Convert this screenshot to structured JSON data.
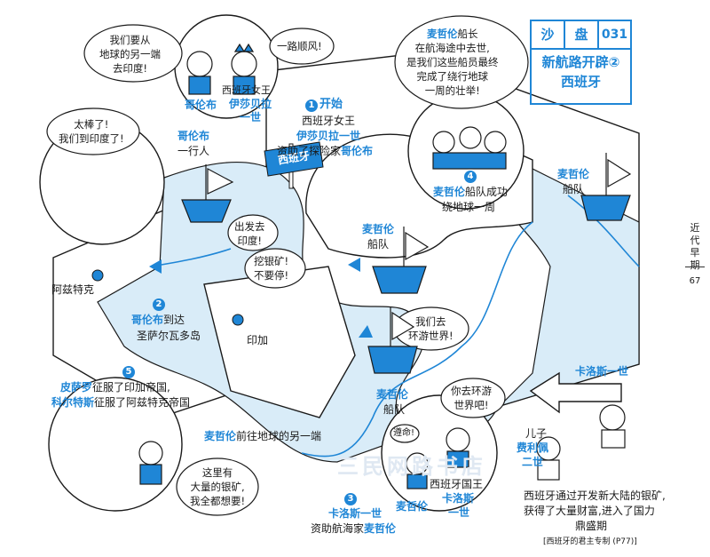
{
  "header": {
    "cell1": "沙",
    "cell2": "盘",
    "cell3": "031",
    "title_line1": "新航路开辟②",
    "title_line2": "西班牙"
  },
  "side_tab": {
    "chapter_lines": [
      "近",
      "代",
      "早",
      "期"
    ],
    "page": "67"
  },
  "map_labels": {
    "spain_sign": "西班牙",
    "inca": "印加",
    "aztec": "阿兹特克"
  },
  "step1": {
    "number": "1",
    "title": "开始",
    "line1": "西班牙女王",
    "line2_name": "伊莎贝拉一世",
    "line3_prefix": "资助了探险家",
    "line3_name": "哥伦布"
  },
  "step2": {
    "number": "2",
    "name": "哥伦布",
    "text_suffix": "到达",
    "line2": "圣萨尔瓦多岛"
  },
  "step3": {
    "number": "3",
    "name1": "卡洛斯一世",
    "line2_prefix": "资助航海家",
    "name2": "麦哲伦"
  },
  "step4": {
    "number": "4",
    "name": "麦哲伦",
    "text_suffix": "船队成功",
    "line2": "绕地球一周"
  },
  "step5": {
    "number": "5",
    "name1": "皮萨罗",
    "line1_suffix": "征服了印加帝国,",
    "name2": "科尔特斯",
    "line2_suffix": "征服了阿兹特克帝国"
  },
  "bubbles": {
    "columbus_plan": [
      "我们要从",
      "地球的另一端",
      "去印度!"
    ],
    "queen_wish": [
      "一路顺风!"
    ],
    "arrived": [
      "太棒了!",
      "我们到印度了!"
    ],
    "depart": [
      "出发去",
      "印度!"
    ],
    "dig": [
      "挖银矿!",
      "不要停!"
    ],
    "world_trip": [
      "我们去",
      "环游世界!"
    ],
    "captain_dead": [
      "船长",
      "在航海途中去世,",
      "是我们这些船员最终",
      "完成了绕行地球",
      "一周的壮举!"
    ],
    "captain_name": "麦哲伦",
    "king_ask": [
      "你去环游",
      "世界吧!"
    ],
    "obey": "遵命!",
    "silver_want": [
      "这里有",
      "大量的银矿,",
      "我全都想要!"
    ]
  },
  "labels": {
    "columbus_portrait": "哥伦布",
    "queen_portrait_line1": "西班牙女王",
    "queen_portrait_line2": "伊莎贝拉",
    "queen_portrait_line3": "一世",
    "columbus_party_line1": "哥伦布",
    "columbus_party_line2": "一行人",
    "magellan_fleet_ne_line1": "麦哲伦",
    "magellan_fleet_ne_line2": "船队",
    "magellan_fleet_mid_line1": "麦哲伦",
    "magellan_fleet_mid_line2": "船队",
    "magellan_fleet_low_line1": "麦哲伦",
    "magellan_fleet_low_line2": "船队",
    "magellan_route_name": "麦哲伦",
    "magellan_route_text": "前往地球的另一端",
    "king_label_line1": "西班牙国王",
    "king_label_line2": "卡洛斯",
    "king_label_line3": "一世",
    "magellan_portrait": "麦哲伦",
    "carlos_right": "卡洛斯一世",
    "son": "儿子",
    "philip_line1": "费利佩",
    "philip_line2": "二世"
  },
  "conclusion": {
    "line1": "西班牙通过开发新大陆的银矿,",
    "line2": "获得了大量财富,进入了国力",
    "line3": "鼎盛期",
    "ref": "[西班牙的君主专制 (P77)]"
  },
  "colors": {
    "accent": "#1f86d6",
    "water": "#d9ecf8",
    "ink": "#1a1a1a"
  }
}
